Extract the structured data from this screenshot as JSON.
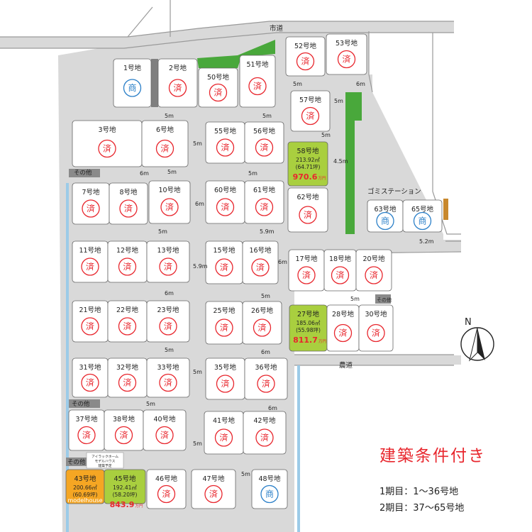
{
  "labels": {
    "city_road": "市道",
    "farm_road": "農道",
    "garbage_station": "ゴミステーション",
    "other": "その他",
    "north": "N",
    "model_note": "アイラックホーム\nモデルハウス\n建築予定",
    "condition": "建築条件付き",
    "phase1": "1期目：1〜36号地",
    "phase2": "2期目：37〜65号地",
    "unit_man": "万円",
    "model_house": "modelhouse"
  },
  "road_widths": [
    "5m",
    "5m",
    "5m",
    "6m",
    "5m",
    "5m",
    "4.5m",
    "5m",
    "5.9m",
    "5.9m",
    "6m",
    "5.2m",
    "6m",
    "5m",
    "5m",
    "5m",
    "6m",
    "5m",
    "5m",
    "6m",
    "5m",
    "5m",
    "5m",
    "6m",
    "5m",
    "5m",
    "6m"
  ],
  "colors": {
    "road": "#d9d9d9",
    "road_edge": "#9a9a9a",
    "lot_border": "#666666",
    "stamp_red": "#e8262d",
    "stamp_blue": "#2a7fc8",
    "green": "#49a83b",
    "lot_highlight_green": "#a9cf3f",
    "lot_highlight_orange": "#f5a623",
    "price_red": "#e8262d",
    "water": "#9ccbe8"
  },
  "stamps": {
    "sold": "済",
    "commercial": "商"
  },
  "lots": [
    {
      "id": "1",
      "name": "1号地",
      "status": "commercial"
    },
    {
      "id": "2",
      "name": "2号地",
      "status": "sold"
    },
    {
      "id": "50",
      "name": "50号地",
      "status": "sold"
    },
    {
      "id": "51",
      "name": "51号地",
      "status": "sold"
    },
    {
      "id": "52",
      "name": "52号地",
      "status": "sold"
    },
    {
      "id": "53",
      "name": "53号地",
      "status": "sold"
    },
    {
      "id": "57",
      "name": "57号地",
      "status": "sold"
    },
    {
      "id": "3",
      "name": "3号地",
      "status": "sold"
    },
    {
      "id": "6",
      "name": "6号地",
      "status": "sold"
    },
    {
      "id": "55",
      "name": "55号地",
      "status": "sold"
    },
    {
      "id": "56",
      "name": "56号地",
      "status": "sold"
    },
    {
      "id": "58",
      "name": "58号地",
      "status": "available",
      "area": "213.92㎡",
      "tsubo": "(64.71坪)",
      "price": "970.6"
    },
    {
      "id": "7",
      "name": "7号地",
      "status": "sold"
    },
    {
      "id": "8",
      "name": "8号地",
      "status": "sold"
    },
    {
      "id": "10",
      "name": "10号地",
      "status": "sold"
    },
    {
      "id": "60",
      "name": "60号地",
      "status": "sold"
    },
    {
      "id": "61",
      "name": "61号地",
      "status": "sold"
    },
    {
      "id": "62",
      "name": "62号地",
      "status": "sold"
    },
    {
      "id": "63",
      "name": "63号地",
      "status": "commercial"
    },
    {
      "id": "65",
      "name": "65号地",
      "status": "commercial"
    },
    {
      "id": "11",
      "name": "11号地",
      "status": "sold"
    },
    {
      "id": "12",
      "name": "12号地",
      "status": "sold"
    },
    {
      "id": "13",
      "name": "13号地",
      "status": "sold"
    },
    {
      "id": "15",
      "name": "15号地",
      "status": "sold"
    },
    {
      "id": "16",
      "name": "16号地",
      "status": "sold"
    },
    {
      "id": "17",
      "name": "17号地",
      "status": "sold"
    },
    {
      "id": "18",
      "name": "18号地",
      "status": "sold"
    },
    {
      "id": "20",
      "name": "20号地",
      "status": "sold"
    },
    {
      "id": "21",
      "name": "21号地",
      "status": "sold"
    },
    {
      "id": "22",
      "name": "22号地",
      "status": "sold"
    },
    {
      "id": "23",
      "name": "23号地",
      "status": "sold"
    },
    {
      "id": "25",
      "name": "25号地",
      "status": "sold"
    },
    {
      "id": "26",
      "name": "26号地",
      "status": "sold"
    },
    {
      "id": "27",
      "name": "27号地",
      "status": "available",
      "area": "185.06㎡",
      "tsubo": "(55.98坪)",
      "price": "811.7"
    },
    {
      "id": "28",
      "name": "28号地",
      "status": "sold"
    },
    {
      "id": "30",
      "name": "30号地",
      "status": "sold"
    },
    {
      "id": "31",
      "name": "31号地",
      "status": "sold"
    },
    {
      "id": "32",
      "name": "32号地",
      "status": "sold"
    },
    {
      "id": "33",
      "name": "33号地",
      "status": "sold"
    },
    {
      "id": "35",
      "name": "35号地",
      "status": "sold"
    },
    {
      "id": "36",
      "name": "36号地",
      "status": "sold"
    },
    {
      "id": "37",
      "name": "37号地",
      "status": "sold"
    },
    {
      "id": "38",
      "name": "38号地",
      "status": "sold"
    },
    {
      "id": "40",
      "name": "40号地",
      "status": "sold"
    },
    {
      "id": "41",
      "name": "41号地",
      "status": "sold"
    },
    {
      "id": "42",
      "name": "42号地",
      "status": "sold"
    },
    {
      "id": "43",
      "name": "43号地",
      "status": "model",
      "area": "200.66㎡",
      "tsubo": "(60.69坪)"
    },
    {
      "id": "45",
      "name": "45号地",
      "status": "available",
      "area": "192.41㎡",
      "tsubo": "(58.20坪)",
      "price": "843.9"
    },
    {
      "id": "46",
      "name": "46号地",
      "status": "sold"
    },
    {
      "id": "47",
      "name": "47号地",
      "status": "sold"
    },
    {
      "id": "48",
      "name": "48号地",
      "status": "commercial"
    }
  ]
}
